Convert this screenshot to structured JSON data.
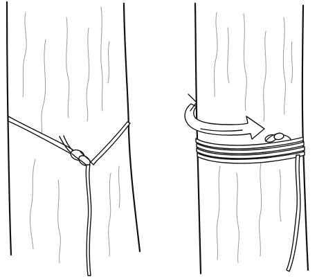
{
  "figures": [
    {
      "id": "left",
      "subject": "tree-trunk-with-rope-tied"
    },
    {
      "id": "right",
      "subject": "tree-trunk-with-rope-wrapped"
    }
  ],
  "colors": {
    "ink": "#111111",
    "grain": "#9a9a9a",
    "background": "#ffffff"
  },
  "icons": {
    "arrow": "curved-wrap-arrow"
  }
}
